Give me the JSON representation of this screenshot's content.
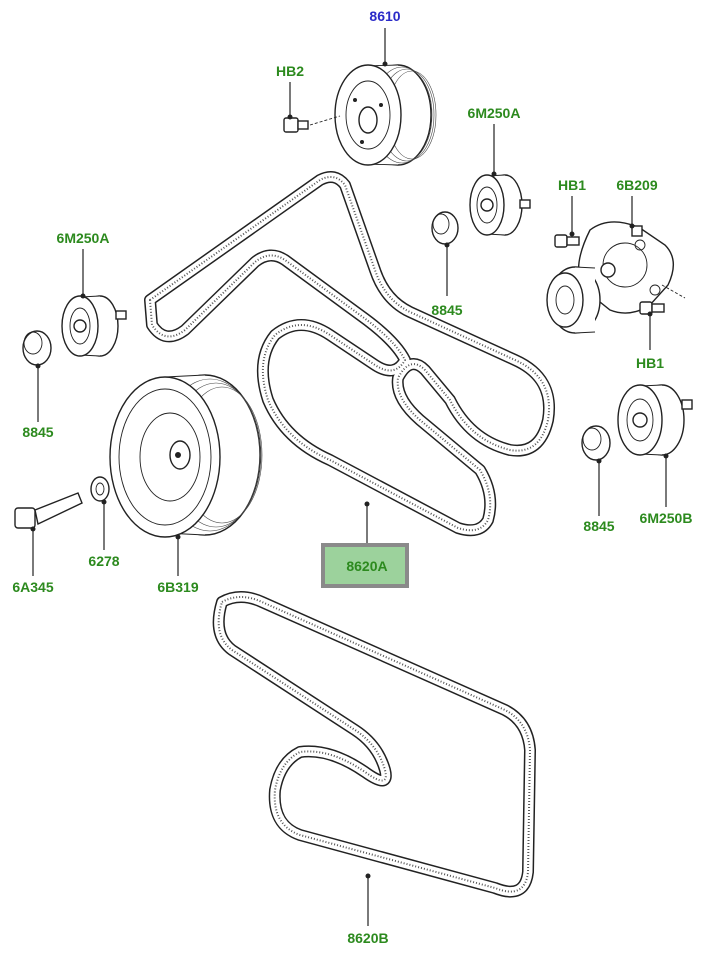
{
  "labels": {
    "water_pump_pulley": "8610",
    "bolt_hb2": "HB2",
    "idler_upper": "6M250A",
    "tensioner": "6B209",
    "bolt_hb1_top": "HB1",
    "bolt_hb1_bottom": "HB1",
    "cover_upper_right": "8845",
    "idler_left": "6M250A",
    "cover_left": "8845",
    "crank_pulley": "6B319",
    "washer": "6278",
    "crank_bolt": "6A345",
    "belt_a": "8620A",
    "belt_b": "8620B",
    "idler_right": "6M250B",
    "cover_right": "8845"
  },
  "colors": {
    "label_green": "#2c8a1e",
    "label_blue": "#2a2ac8",
    "highlight_fill": "#9cd29c",
    "highlight_border": "#8a8a8a"
  },
  "highlighted_part": "8620A"
}
